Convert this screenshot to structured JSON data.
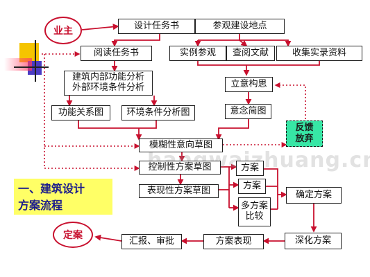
{
  "nodes": {
    "owner": "业主",
    "design_brief": "设计任务书",
    "site_visit": "参观建设地点",
    "read_brief": "阅读任务书",
    "case_study": "实例参观",
    "consult_docs": "查阅文献",
    "collect_materials": "收集实录资料",
    "analysis": "建筑内部功能分析\n外部环境条件分析",
    "concept": "立意构思",
    "function_diagram": "功能关系图",
    "environment_diagram": "环境条件分析图",
    "concept_sketch": "意念简图",
    "feedback": "反馈\n放弃",
    "fuzzy_sketch": "模糊性意向草图",
    "control_sketch": "控制性方案草图",
    "scheme_a": "方案",
    "scheme_b": "方案",
    "expressive_sketch": "表现性方案草图",
    "multi_compare": "多方案\n比较",
    "confirm_scheme": "确定方案",
    "final": "定案",
    "report_approve": "汇报、审批",
    "scheme_present": "方案表现",
    "deepen_scheme": "深化方案"
  },
  "title": "一、建筑设计\n   方案流程",
  "watermark": "hangwaizhuang.cn",
  "colors": {
    "arrow": "#c8102e",
    "feedback_bg": "#37e6a5",
    "title_bg": "#ffff66",
    "title_text": "#1a1a8c",
    "box_border": "#222222"
  }
}
